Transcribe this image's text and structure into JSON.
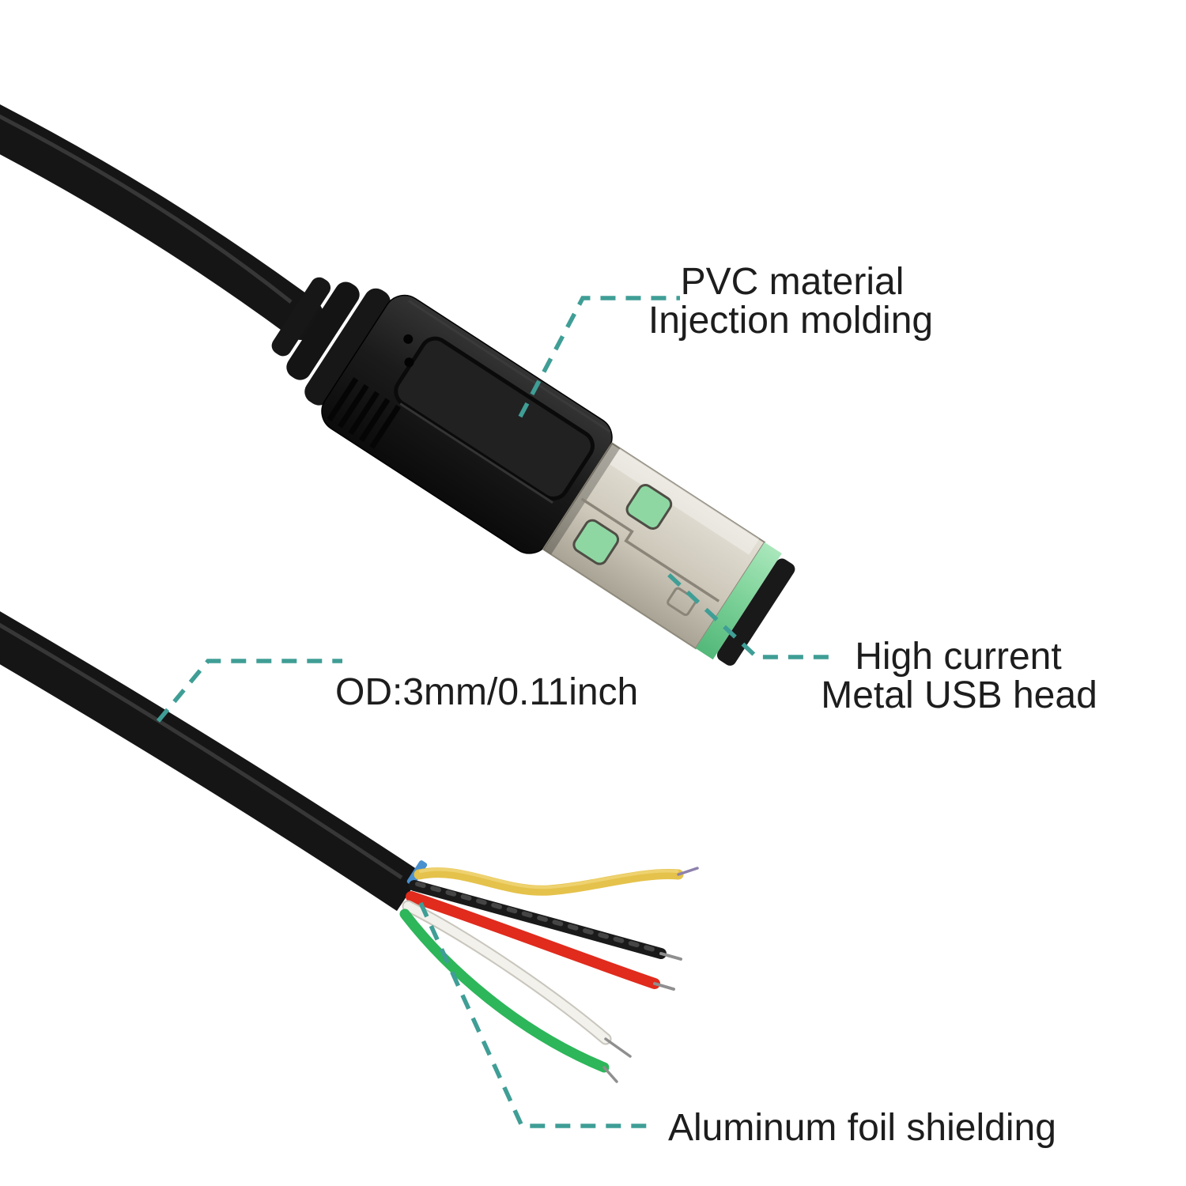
{
  "figure": {
    "background_color": "#ffffff",
    "annotation_color": "#1d1d1d",
    "leader_color": "#3f9e96",
    "annotations": {
      "pvc": {
        "line1": "PVC material",
        "line2": "Injection molding"
      },
      "usb_head": {
        "line1": "High current",
        "line2": "Metal USB head"
      },
      "od": {
        "text": "OD:3mm/0.11inch"
      },
      "shielding": {
        "text": "Aluminum foil shielding"
      }
    },
    "cable": {
      "jacket_color": "#151515",
      "highlight_color": "#3d3d3d",
      "inner_band_color": "#4a90cf"
    },
    "connector": {
      "overmold_color": "#1b1b1b",
      "shell_color": "#d9d5c9",
      "seam_color": "#8a8578",
      "contact_color": "#8ed7a3",
      "contact_holes": 2,
      "tongue_color": "#7fd39a",
      "slot_color": "#191919"
    },
    "wires": {
      "yellow": "#e5c24b",
      "yellow_highlight": "#f0d678",
      "black": "#1a1a1a",
      "black_texture": "#454545",
      "red": "#e02b1d",
      "white": "#f3f1ec",
      "white_edge": "#c9c6bd",
      "green": "#2db65a",
      "tip": "#8f8f8f",
      "yellow_tip": "#8d81ad"
    }
  }
}
